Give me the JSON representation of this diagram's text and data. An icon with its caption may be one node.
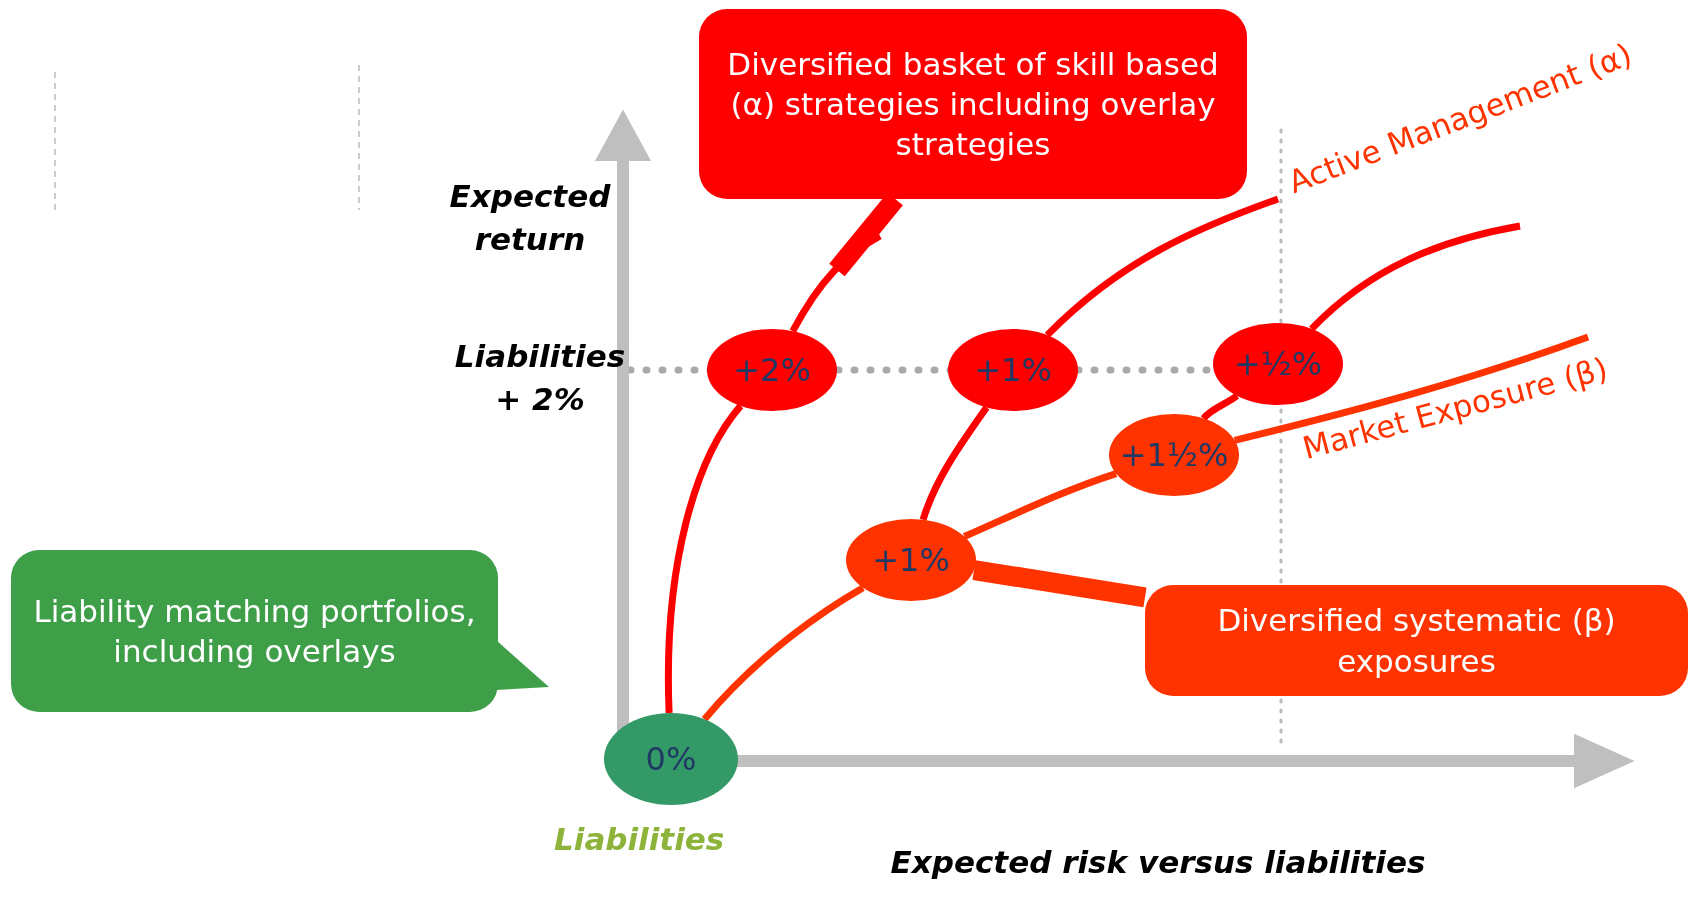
{
  "diagram": {
    "nodes": [
      {
        "text": [
          "Diversified basket of skill based (α) strategies including overlay strategies"
        ]
      },
      {
        "text": [
          "Liability matching portfolios, including overlays"
        ]
      },
      {
        "text": [
          "Diversified systematic  (β) exposures"
        ]
      },
      {
        "text": [
          "0%"
        ],
        "beside": [
          "Liabilities"
        ]
      },
      {
        "text": [
          "+2%"
        ]
      },
      {
        "text": [
          "+1%"
        ]
      },
      {
        "text": [
          "+½%"
        ]
      },
      {
        "text": [
          "+1½%"
        ]
      },
      {
        "text": [
          "+1%"
        ]
      }
    ],
    "edges": [
      {
        "from": 3,
        "to": 4,
        "arrow": "none"
      },
      {
        "from": 4,
        "to": null,
        "arrow": "none"
      },
      {
        "from": 8,
        "to": 5,
        "arrow": "none"
      },
      {
        "from": 5,
        "to": null,
        "arrow": "none"
      },
      {
        "from": 7,
        "to": 6,
        "arrow": "none"
      },
      {
        "from": 6,
        "to": null,
        "arrow": "none"
      },
      {
        "from": 3,
        "to": 8,
        "arrow": "none",
        "color": "#ff3300"
      },
      {
        "from": 8,
        "to": 7,
        "arrow": "none",
        "color": "#ff3300"
      },
      {
        "from": 7,
        "to": null,
        "arrow": "none",
        "color": "#ff3300"
      },
      {
        "from": 0,
        "to": null,
        "arrow": "none",
        "style": "thick"
      },
      {
        "from": 2,
        "to": 8,
        "arrow": "none",
        "style": "thick",
        "color": "#ff3300"
      }
    ],
    "labels": [
      "Expected return",
      "Liabilities + 2%",
      "Active Management (α)",
      "Market Exposure (β)",
      "Expected risk versus liabilities"
    ]
  }
}
